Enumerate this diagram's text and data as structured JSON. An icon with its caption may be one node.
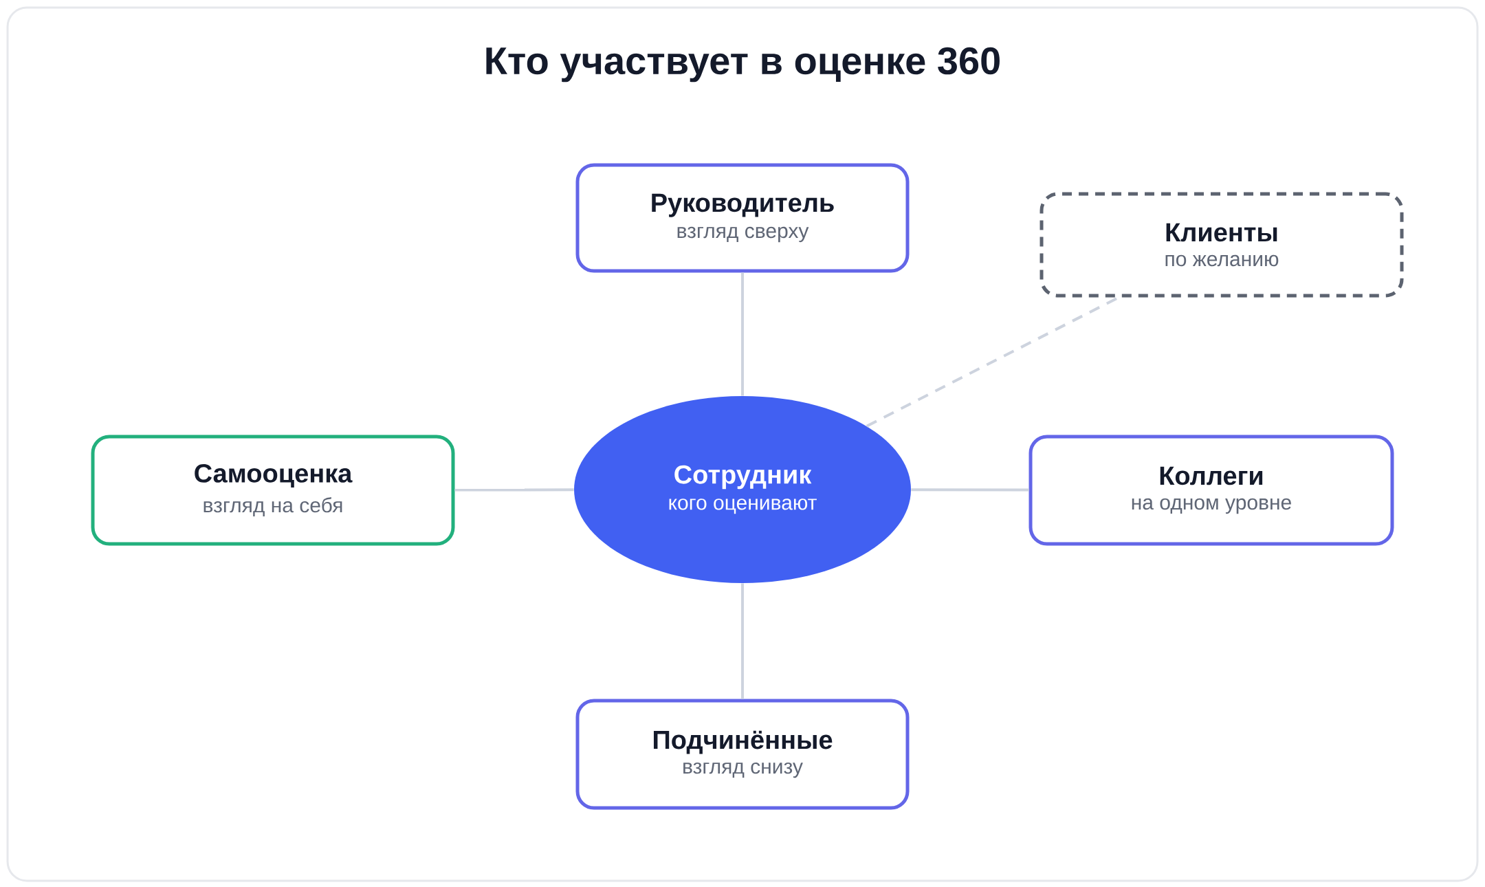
{
  "diagram": {
    "title": "Кто участвует в оценке 360",
    "nodes": [
      {
        "text": [
          "Руководитель",
          "взгляд сверху"
        ]
      },
      {
        "text": [
          "Клиенты",
          "по желанию"
        ]
      },
      {
        "text": [
          "Самооценка",
          "взгляд на себя"
        ]
      },
      {
        "text": [
          "Сотрудник",
          "кого оценивают"
        ]
      },
      {
        "text": [
          "Коллеги",
          "на одном уровне"
        ]
      },
      {
        "text": [
          "Подчинённые",
          "взгляд снизу"
        ]
      }
    ],
    "edges": [
      {
        "from": 3,
        "to": 0,
        "arrow": "none"
      },
      {
        "from": 3,
        "to": 1,
        "arrow": "none",
        "style": "dashed"
      },
      {
        "from": 3,
        "to": 2,
        "arrow": "none"
      },
      {
        "from": 3,
        "to": 4,
        "arrow": "none"
      },
      {
        "from": 3,
        "to": 5,
        "arrow": "none"
      }
    ]
  }
}
